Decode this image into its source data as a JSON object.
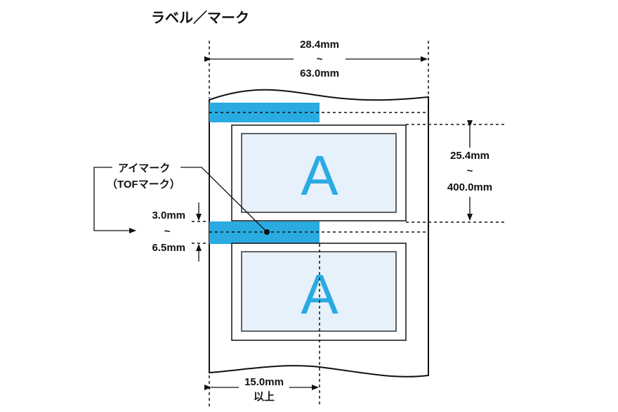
{
  "title": "ラベル／マーク",
  "colors": {
    "mark": "#29abe2",
    "label_fill": "#e6f1fb"
  },
  "dimensions": {
    "width_min": "28.4mm",
    "width_max": "63.0mm",
    "range_sep": "~",
    "pitch_min": "25.4mm",
    "pitch_max": "400.0mm",
    "mark_min": "3.0mm",
    "mark_max": "6.5mm",
    "mark_width": "15.0mm",
    "mark_width_suffix": "以上"
  },
  "annotation": {
    "line1": "アイマーク",
    "line2": "（TOFマーク）"
  },
  "labels": [
    {
      "letter": "A"
    },
    {
      "letter": "A"
    }
  ]
}
